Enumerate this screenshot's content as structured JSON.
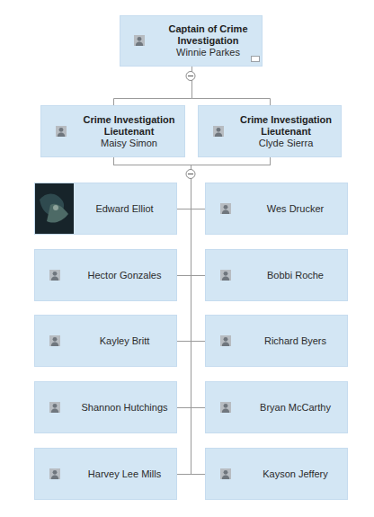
{
  "diagram": {
    "nodes": [
      {
        "text": [
          "Captain of Crime Investigation",
          "Winnie Parkes"
        ]
      },
      {
        "text": [
          "Crime Investigation Lieutenant",
          "Maisy Simon"
        ]
      },
      {
        "text": [
          "Crime Investigation Lieutenant",
          "Clyde Sierra"
        ]
      },
      {
        "text": [
          "Edward Elliot"
        ]
      },
      {
        "text": [
          "Wes Drucker"
        ]
      },
      {
        "text": [
          "Hector Gonzales"
        ]
      },
      {
        "text": [
          "Bobbi Roche"
        ]
      },
      {
        "text": [
          "Kayley Britt"
        ]
      },
      {
        "text": [
          "Richard Byers"
        ]
      },
      {
        "text": [
          "Shannon Hutchings"
        ]
      },
      {
        "text": [
          "Bryan McCarthy"
        ]
      },
      {
        "text": [
          "Harvey Lee Mills"
        ]
      },
      {
        "text": [
          "Kayson Jeffery"
        ]
      }
    ],
    "edges": [
      {
        "from": 0,
        "to": 1,
        "arrow": "none"
      },
      {
        "from": 0,
        "to": 2,
        "arrow": "none"
      },
      {
        "from": 1,
        "to": 3,
        "arrow": "none"
      },
      {
        "from": 1,
        "to": 4,
        "arrow": "none"
      },
      {
        "from": 1,
        "to": 5,
        "arrow": "none"
      },
      {
        "from": 1,
        "to": 6,
        "arrow": "none"
      },
      {
        "from": 1,
        "to": 7,
        "arrow": "none"
      },
      {
        "from": 1,
        "to": 8,
        "arrow": "none"
      },
      {
        "from": 1,
        "to": 9,
        "arrow": "none"
      },
      {
        "from": 1,
        "to": 10,
        "arrow": "none"
      },
      {
        "from": 1,
        "to": 11,
        "arrow": "none"
      },
      {
        "from": 1,
        "to": 12,
        "arrow": "none"
      },
      {
        "from": 2,
        "to": 3,
        "arrow": "none"
      },
      {
        "from": 2,
        "to": 4,
        "arrow": "none"
      },
      {
        "from": 2,
        "to": 5,
        "arrow": "none"
      },
      {
        "from": 2,
        "to": 6,
        "arrow": "none"
      },
      {
        "from": 2,
        "to": 7,
        "arrow": "none"
      },
      {
        "from": 2,
        "to": 8,
        "arrow": "none"
      },
      {
        "from": 2,
        "to": 9,
        "arrow": "none"
      },
      {
        "from": 2,
        "to": 10,
        "arrow": "none"
      },
      {
        "from": 2,
        "to": 11,
        "arrow": "none"
      },
      {
        "from": 2,
        "to": 12,
        "arrow": "none"
      }
    ]
  }
}
